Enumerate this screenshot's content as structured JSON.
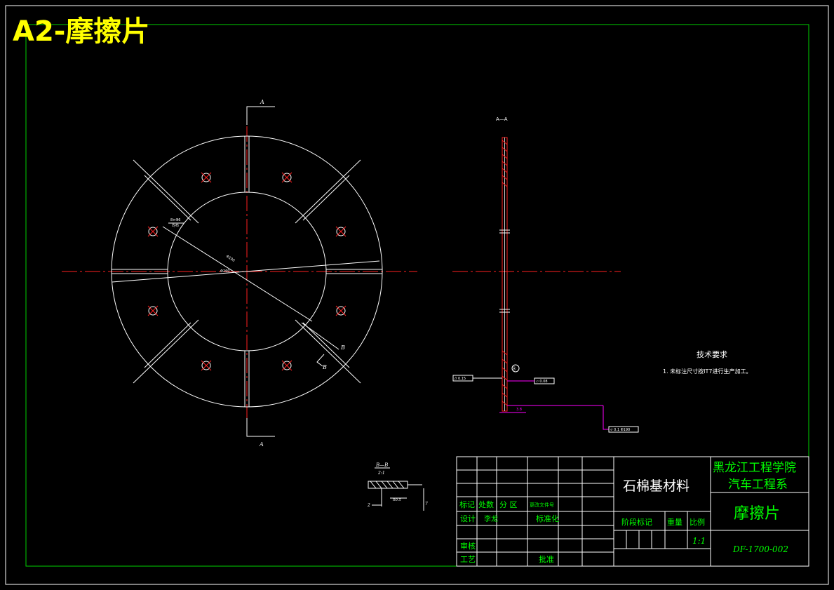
{
  "sheet": {
    "title": "A2-摩擦片",
    "colors": {
      "frame": "#ffffff",
      "border": "#00d000",
      "accent_title": "#ffff00",
      "center_line": "#ff2020",
      "dimension": "#ff00ff",
      "table_text": "#00ff00"
    }
  },
  "views": {
    "front_section_marker_top": "A",
    "front_section_marker_bottom": "A",
    "section_label": "A—A",
    "detail_label": "B—B",
    "detail_scale": "2:1",
    "b_marker_1": "B",
    "b_marker_2": "B",
    "dim_small_1": "8×Φ6",
    "dim_small_2": "均布",
    "dim_d_outer": "Φ190",
    "dim_d_inner": "Φ260",
    "dim_thickness": "3.8",
    "detail_dim_a": "2",
    "detail_dim_b": "R0.5",
    "detail_dim_c": "7",
    "tol_parallel": "// 0.15",
    "tol_flatness": "⏥ 0.08",
    "tol_runout": "⌭ 0.1  Φ190",
    "weld_symbol": "Ⓐ"
  },
  "notes": {
    "heading": "技术要求",
    "item_1": "1. 未标注尺寸按IT7进行生产加工。"
  },
  "title_block": {
    "material": "石棉基材料",
    "school_1": "黑龙江工程学院",
    "school_2": "汽车工程系",
    "part_name": "摩擦片",
    "drawing_no": "DF-1700-002",
    "scale": "1:1",
    "labels": {
      "mark": "标记",
      "count": "处数",
      "zone": "分  区",
      "doc": "更改文件号",
      "design": "设计",
      "designer": "李龙",
      "std": "标准化",
      "stage": "阶段标记",
      "weight": "重量",
      "ratio": "比例",
      "check": "审核",
      "process": "工艺",
      "approve": "批准"
    }
  }
}
